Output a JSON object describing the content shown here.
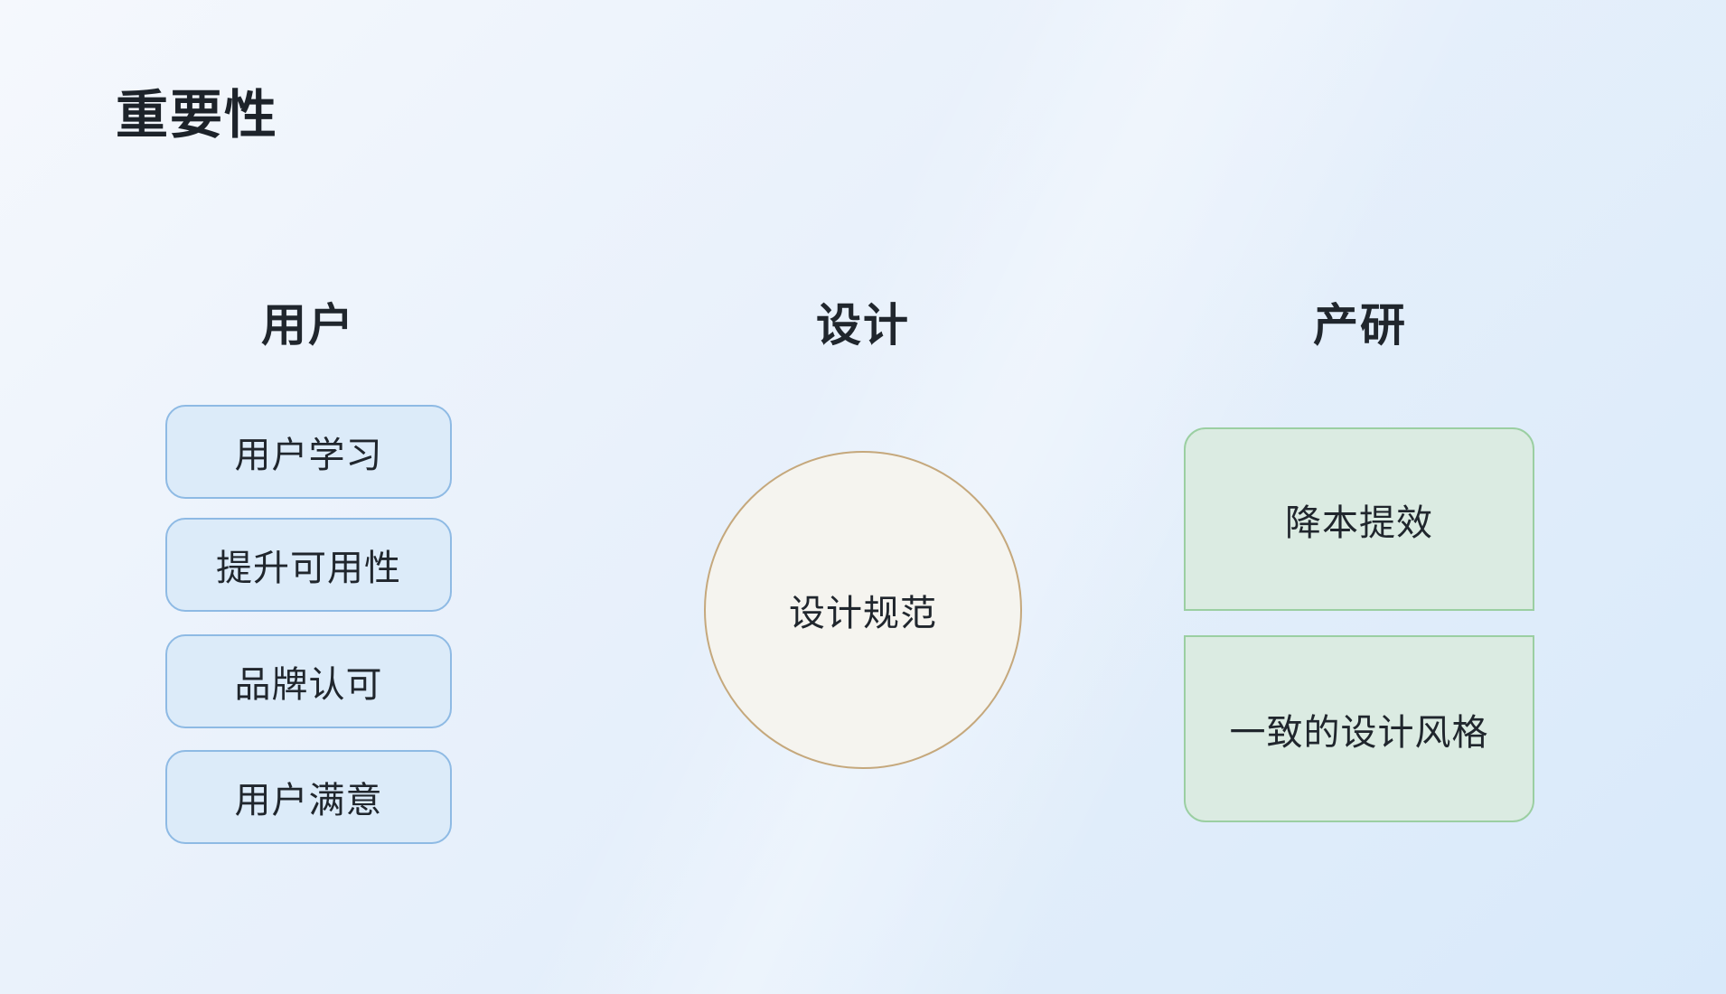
{
  "page": {
    "title": "重要性"
  },
  "columns": {
    "user": {
      "header": "用户",
      "items": [
        "用户学习",
        "提升可用性",
        "品牌认可",
        "用户满意"
      ]
    },
    "design": {
      "header": "设计",
      "circle_label": "设计规范"
    },
    "prod": {
      "header": "产研",
      "items": [
        "降本提效",
        "一致的设计风格"
      ]
    }
  },
  "colors": {
    "background_start": "#f5f8fd",
    "background_end": "#d8e9fa",
    "text": "#20262d",
    "user_box_fill": "#dcebf9",
    "user_box_border": "#8ebae4",
    "design_circle_fill": "#f5f4ef",
    "design_circle_border": "#c5a87c",
    "prod_box_fill": "#dbebe2",
    "prod_box_border": "#9bcfa2"
  }
}
